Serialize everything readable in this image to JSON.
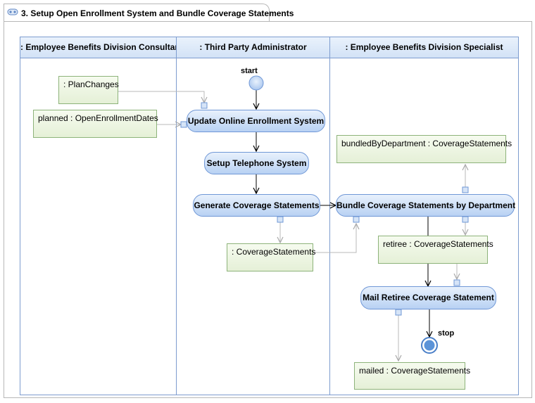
{
  "diagram": {
    "title": "3. Setup Open Enrollment System and Bundle Coverage Statements",
    "icon": "activity-diagram-icon"
  },
  "lanes": [
    {
      "label": ": Employee Benefits Division Consultant"
    },
    {
      "label": ": Third Party Administrator"
    },
    {
      "label": ": Employee Benefits Division Specialist"
    }
  ],
  "nodes": {
    "start": {
      "label": "start"
    },
    "stop": {
      "label": "stop"
    }
  },
  "actions": {
    "update_online": "Update Online Enrollment System",
    "setup_telephone": "Setup Telephone System",
    "generate_coverage": "Generate Coverage Statements",
    "bundle_coverage": "Bundle Coverage Statements by Department",
    "mail_retiree": "Mail Retiree Coverage Statement"
  },
  "objects": {
    "plan_changes": ": PlanChanges",
    "open_enrollment_dates": "planned : OpenEnrollmentDates",
    "coverage_statements": ": CoverageStatements",
    "bundled_by_department": "bundledByDepartment : CoverageStatements",
    "retiree": "retiree : CoverageStatements",
    "mailed": "mailed : CoverageStatements"
  },
  "colors": {
    "control_flow": "#000000",
    "object_flow": "#b8b8b8",
    "lane_border": "#7d9ccf",
    "action_border": "#6f97d6",
    "object_border": "#8db37a"
  }
}
